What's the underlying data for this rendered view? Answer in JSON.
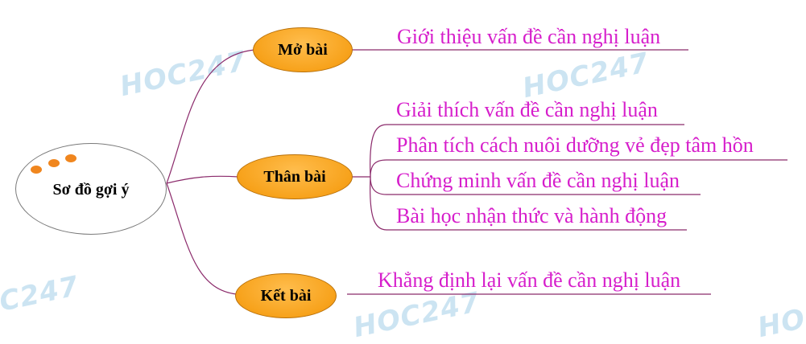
{
  "diagram": {
    "root": {
      "label": "Sơ đồ gợi ý"
    },
    "branches": [
      {
        "label": "Mở bài",
        "items": [
          "Giới thiệu vấn đề cần nghị luận"
        ]
      },
      {
        "label": "Thân bài",
        "items": [
          "Giải thích vấn đề cần nghị luận",
          "Phân tích cách nuôi dưỡng vẻ đẹp tâm hồn",
          "Chứng minh vấn đề cần nghị luận",
          "Bài học nhận thức và hành động"
        ]
      },
      {
        "label": "Kết bài",
        "items": [
          "Khẳng định lại vấn đề cần nghị luận"
        ]
      }
    ]
  },
  "watermark": {
    "text": "HOC247"
  },
  "colors": {
    "node_fill": "#f7a21b",
    "leaf_text": "#d61ecb",
    "connector": "#8b2a6b",
    "root_dots": "#f0861e",
    "watermark": "#bcdcee"
  }
}
